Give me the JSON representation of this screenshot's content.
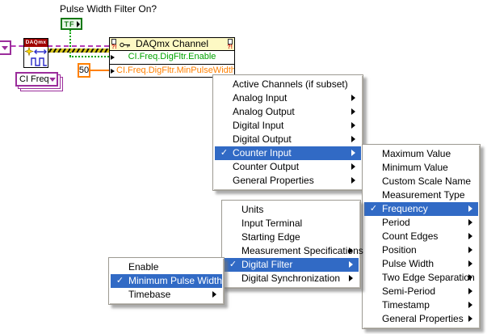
{
  "colors": {
    "highlight": "#316AC5",
    "menu-bg": "#FFFFFF",
    "node-header": "#FDF9C4",
    "green": "#00A300",
    "orange": "#FF8000",
    "purple": "#9B2D9B",
    "purple-wire": "#B43CB4",
    "task-yellow": "#D6C31C",
    "banner-red": "#A00000",
    "tf-green": "#157815"
  },
  "glyphs": {
    "checkmark": "✓"
  },
  "diagram": {
    "bool_label": "Pulse Width Filter On?",
    "tf_constant": "TF",
    "daqmx_vi_label": "DAQmx",
    "channel_selector_value": "CI Freq",
    "numeric_constant": "50",
    "property_node": {
      "title": "DAQmx Channel",
      "error_glyph": "?!",
      "rows": [
        {
          "label": "CI.Freq.DigFltr.Enable",
          "color": "#00A300",
          "align": "center"
        },
        {
          "label": "CI.Freq.DigFltr.MinPulseWidth",
          "color": "#FF8000",
          "align": "left"
        }
      ]
    }
  },
  "menus": [
    {
      "name": "daqmx-channel-category-menu",
      "items": [
        {
          "label": "Active Channels (if subset)",
          "checked": false,
          "submenu": false,
          "highlighted": false
        },
        {
          "label": "Analog Input",
          "checked": false,
          "submenu": true,
          "highlighted": false
        },
        {
          "label": "Analog Output",
          "checked": false,
          "submenu": true,
          "highlighted": false
        },
        {
          "label": "Digital Input",
          "checked": false,
          "submenu": true,
          "highlighted": false
        },
        {
          "label": "Digital Output",
          "checked": false,
          "submenu": true,
          "highlighted": false
        },
        {
          "label": "Counter Input",
          "checked": true,
          "submenu": true,
          "highlighted": true
        },
        {
          "label": "Counter Output",
          "checked": false,
          "submenu": true,
          "highlighted": false
        },
        {
          "label": "General Properties",
          "checked": false,
          "submenu": true,
          "highlighted": false
        }
      ]
    },
    {
      "name": "counter-input-submenu",
      "items": [
        {
          "label": "Maximum Value",
          "checked": false,
          "submenu": false,
          "highlighted": false
        },
        {
          "label": "Minimum Value",
          "checked": false,
          "submenu": false,
          "highlighted": false
        },
        {
          "label": "Custom Scale Name",
          "checked": false,
          "submenu": false,
          "highlighted": false
        },
        {
          "label": "Measurement Type",
          "checked": false,
          "submenu": false,
          "highlighted": false
        },
        {
          "label": "Frequency",
          "checked": true,
          "submenu": true,
          "highlighted": true
        },
        {
          "label": "Period",
          "checked": false,
          "submenu": true,
          "highlighted": false
        },
        {
          "label": "Count Edges",
          "checked": false,
          "submenu": true,
          "highlighted": false
        },
        {
          "label": "Position",
          "checked": false,
          "submenu": true,
          "highlighted": false
        },
        {
          "label": "Pulse Width",
          "checked": false,
          "submenu": true,
          "highlighted": false
        },
        {
          "label": "Two Edge Separation",
          "checked": false,
          "submenu": true,
          "highlighted": false
        },
        {
          "label": "Semi-Period",
          "checked": false,
          "submenu": true,
          "highlighted": false
        },
        {
          "label": "Timestamp",
          "checked": false,
          "submenu": true,
          "highlighted": false
        },
        {
          "label": "General Properties",
          "checked": false,
          "submenu": true,
          "highlighted": false
        }
      ]
    },
    {
      "name": "frequency-submenu",
      "items": [
        {
          "label": "Units",
          "checked": false,
          "submenu": false,
          "highlighted": false
        },
        {
          "label": "Input Terminal",
          "checked": false,
          "submenu": false,
          "highlighted": false
        },
        {
          "label": "Starting Edge",
          "checked": false,
          "submenu": false,
          "highlighted": false
        },
        {
          "label": "Measurement Specifications",
          "checked": false,
          "submenu": true,
          "highlighted": false
        },
        {
          "label": "Digital Filter",
          "checked": true,
          "submenu": true,
          "highlighted": true
        },
        {
          "label": "Digital Synchronization",
          "checked": false,
          "submenu": true,
          "highlighted": false
        }
      ]
    },
    {
      "name": "digital-filter-submenu",
      "items": [
        {
          "label": "Enable",
          "checked": false,
          "submenu": false,
          "highlighted": false
        },
        {
          "label": "Minimum Pulse Width",
          "checked": true,
          "submenu": false,
          "highlighted": true
        },
        {
          "label": "Timebase",
          "checked": false,
          "submenu": true,
          "highlighted": false
        }
      ]
    }
  ]
}
